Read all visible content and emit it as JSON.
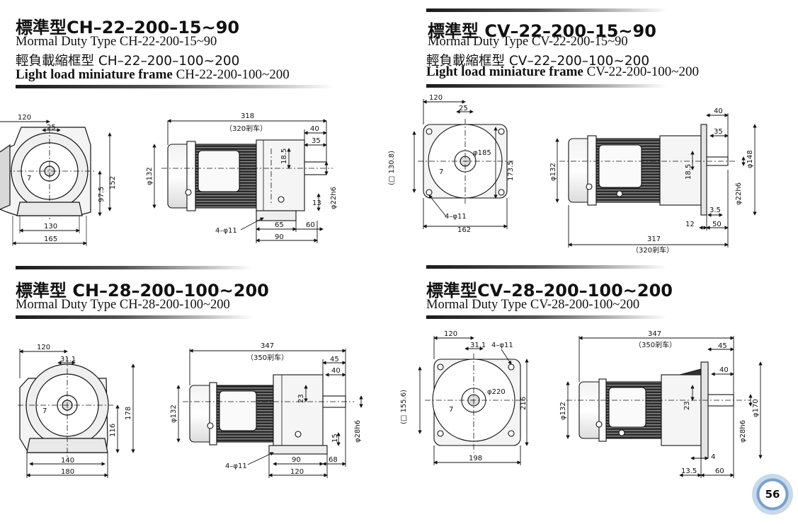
{
  "sections": [
    {
      "title": "標準型CH–22–200–15~90",
      "subtitle": "Mormal Duty Type   CH-22-200-15~90",
      "light_title": "輕負載縮框型  CH–22–200–100~200",
      "light_en": "Light load miniature frame",
      "light_model": "CH-22-200-100~200",
      "dims": {
        "d120": "120",
        "d25": "25",
        "d7": "7",
        "d152": "152",
        "d97_5": "97.5",
        "d130": "130",
        "d165": "165",
        "d318": "318",
        "brake": "（320剎车）",
        "d40": "40",
        "d35": "35",
        "d18_5": "18.5",
        "phi132": "φ132",
        "d13": "13",
        "phi22h6": "φ22h6",
        "hole": "4–φ11",
        "d65": "65",
        "d60": "60",
        "d90": "90"
      }
    },
    {
      "title": "標準型  CV–22–200–15~90",
      "subtitle": "Mormal Duty Type   CV-22-200-15~90",
      "light_title": "輕負載縮框型  CV–22–200–100~200",
      "light_en": "Light load miniature frame",
      "light_model": "CV-22-200-100~200",
      "dims": {
        "d120": "120",
        "d25": "25",
        "sq130_8": "(□ 130.8)",
        "phi185": "φ185",
        "d7": "7",
        "d173_5": "173.5",
        "hole": "4–φ11",
        "d162": "162",
        "d40": "40",
        "d35": "35",
        "phi132": "φ132",
        "d18_5": "18.5",
        "phi148": "φ148",
        "phi22h6": "φ22h6",
        "d3_5": "3.5",
        "d12": "12",
        "d50": "50",
        "d317": "317",
        "brake": "（320剎车）"
      }
    },
    {
      "title": "標準型  CH–28–200–100~200",
      "subtitle": "Mormal Duty Type   CH-28-200-100~200",
      "dims": {
        "d120": "120",
        "d31_1": "31.1",
        "d7": "7",
        "d116": "116",
        "d178": "178",
        "d140": "140",
        "d180": "180",
        "d347": "347",
        "brake": "（350剎车）",
        "d45": "45",
        "d40": "40",
        "phi132": "φ132",
        "d23": "23",
        "d15": "15",
        "phi28h6": "φ28h6",
        "hole": "4–φ11",
        "d90": "90",
        "d68": "68",
        "d120b": "120"
      }
    },
    {
      "title": "標準型CV–28–200–100~200",
      "subtitle": "Mormal Duty Type   CV-28-200-100~200",
      "dims": {
        "d120": "120",
        "d31_1": "31.1",
        "hole": "4–φ11",
        "sq155_6": "(□ 155.6)",
        "phi220": "φ220",
        "d7": "7",
        "d216": "216",
        "d198": "198",
        "d347": "347",
        "brake": "（350剎车）",
        "d45": "45",
        "d40": "40",
        "phi132": "φ132",
        "d23": "23",
        "phi170": "φ170",
        "phi28h6": "φ28h6",
        "d4": "4",
        "d13_5": "13.5",
        "d60": "60"
      }
    }
  ],
  "page_number": "56"
}
